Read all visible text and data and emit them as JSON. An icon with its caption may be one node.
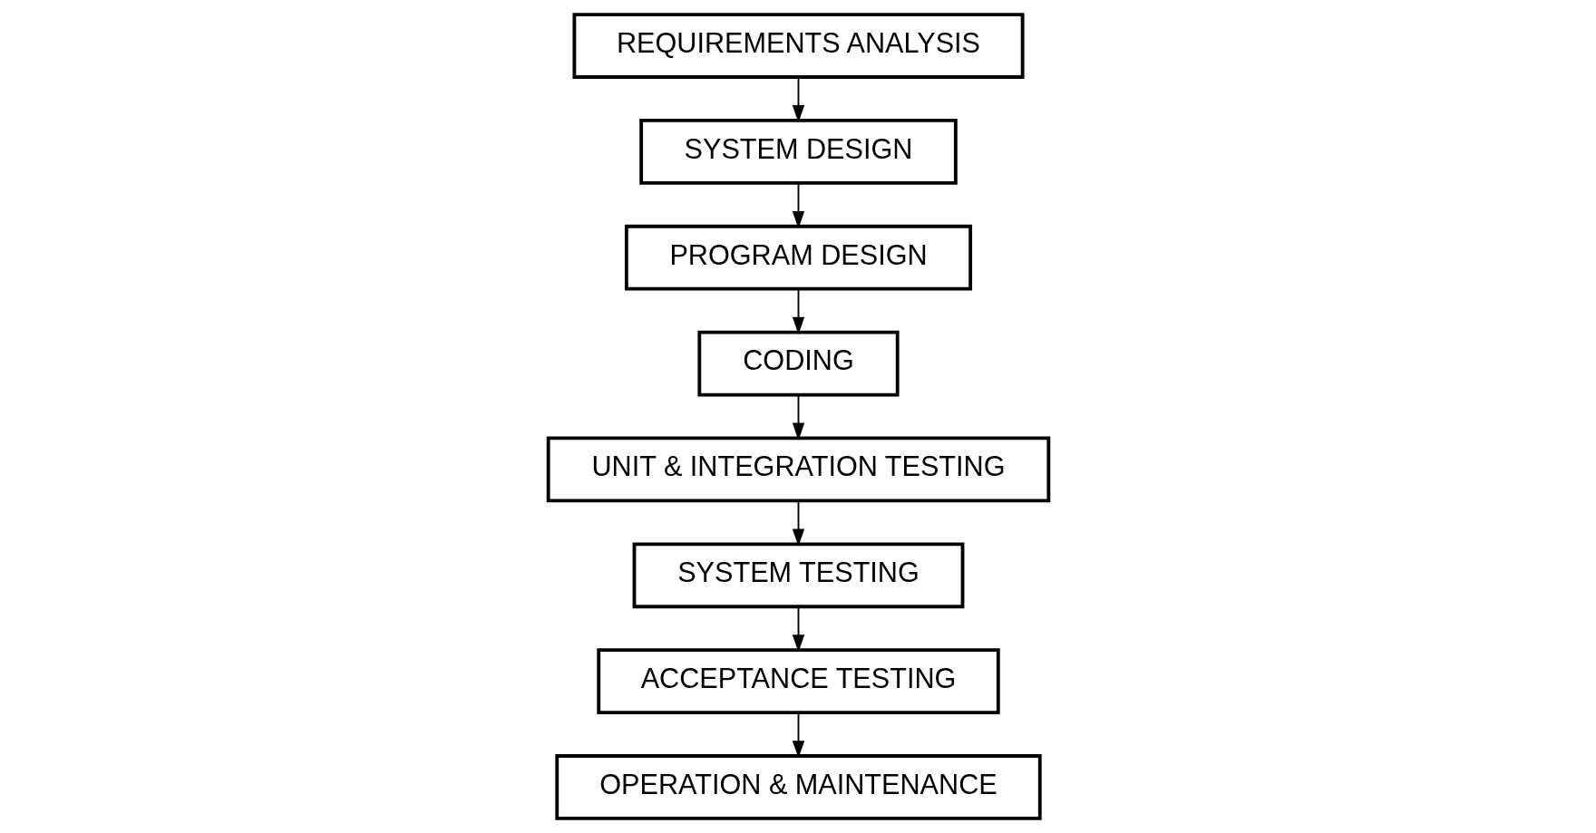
{
  "diagram": {
    "nodes": [
      {
        "text": [
          "REQUIREMENTS ANALYSIS"
        ]
      },
      {
        "text": [
          "SYSTEM DESIGN"
        ]
      },
      {
        "text": [
          "PROGRAM DESIGN"
        ]
      },
      {
        "text": [
          "CODING"
        ]
      },
      {
        "text": [
          "UNIT & INTEGRATION TESTING"
        ]
      },
      {
        "text": [
          "SYSTEM TESTING"
        ]
      },
      {
        "text": [
          "ACCEPTANCE TESTING"
        ]
      },
      {
        "text": [
          "OPERATION & MAINTENANCE"
        ]
      }
    ],
    "edges": [
      {
        "from": 0,
        "to": 1,
        "arrow": "to"
      },
      {
        "from": 1,
        "to": 2,
        "arrow": "to"
      },
      {
        "from": 2,
        "to": 3,
        "arrow": "to"
      },
      {
        "from": 3,
        "to": 4,
        "arrow": "to"
      },
      {
        "from": 4,
        "to": 5,
        "arrow": "to"
      },
      {
        "from": 5,
        "to": 6,
        "arrow": "to"
      },
      {
        "from": 6,
        "to": 7,
        "arrow": "to"
      }
    ]
  }
}
